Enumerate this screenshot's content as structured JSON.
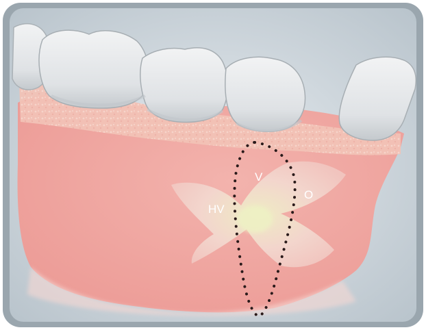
{
  "diagram": {
    "labels": {
      "v": "V",
      "o": "O",
      "hv": "HV"
    },
    "colors": {
      "background": "#c9d4dc",
      "gingiva": "#f1a8a4",
      "gingiva_light": "#f4c7bb",
      "tooth": "#e4e6e8",
      "tooth_shadow": "#b7bdc1",
      "flap": "#f4d8d0",
      "flap_center": "#e9ecc2",
      "dots": "#2a1a1a",
      "label_text": "#ffffff"
    }
  }
}
